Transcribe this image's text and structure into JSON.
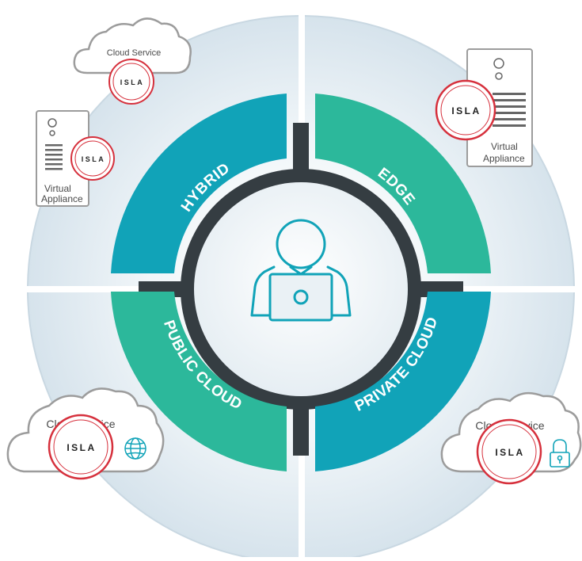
{
  "diagram": {
    "segments": [
      {
        "label": "HYBRID",
        "color": "#11a3b8"
      },
      {
        "label": "EDGE",
        "color": "#2cb89b"
      },
      {
        "label": "PRIVATE CLOUD",
        "color": "#11a3b8"
      },
      {
        "label": "PUBLIC CLOUD",
        "color": "#2cb89b"
      }
    ],
    "center_icon": "user-laptop-icon",
    "cloud_service_label": "Cloud Service",
    "isla_label": "ISLA",
    "virtual_appliance_line1": "Virtual",
    "virtual_appliance_line2": "Appliance",
    "icons": {
      "public_cloud": "globe-icon",
      "private_cloud": "lock-icon"
    },
    "colors": {
      "teal": "#11a3b8",
      "green": "#2cb89b",
      "dark_ring": "#353d42",
      "isla_red": "#d6303c",
      "outer_disc": "#dfeaf1"
    }
  }
}
